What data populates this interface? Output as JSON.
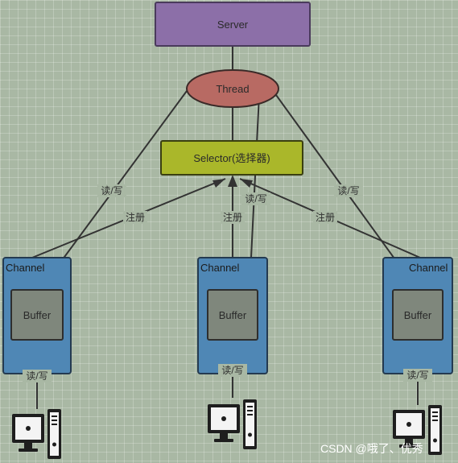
{
  "diagram": {
    "server_label": "Server",
    "thread_label": "Thread",
    "selector_label": "Selector(选择器)",
    "channel_label": "Channel",
    "buffer_label": "Buffer",
    "rw_label": "读/写",
    "register_label": "注册"
  },
  "watermark": "CSDN @哦了、优秀",
  "colors": {
    "background": "#a9b8a4",
    "server": "#8c6fa8",
    "thread": "#b86a63",
    "selector": "#aab72a",
    "channel": "#4f87b5",
    "buffer": "#7f877c",
    "line": "#333333"
  }
}
